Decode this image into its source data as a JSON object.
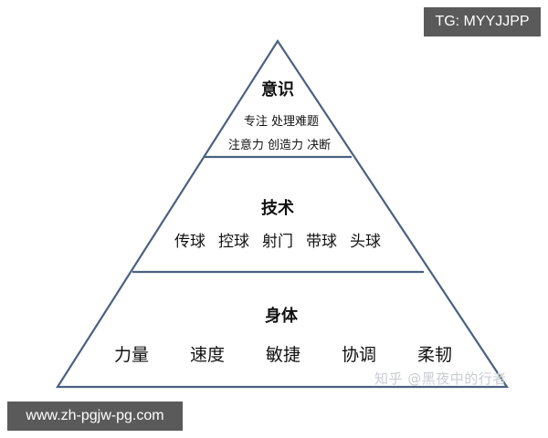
{
  "diagram": {
    "type": "pyramid",
    "line_color": "#4a6180",
    "levels": [
      {
        "title": "意识",
        "items_lines": [
          "专注 处理难题",
          "注意力 创造力 决断"
        ]
      },
      {
        "title": "技术",
        "items": [
          "传球",
          "控球",
          "射门",
          "带球",
          "头球"
        ]
      },
      {
        "title": "身体",
        "items": [
          "力量",
          "速度",
          "敏捷",
          "协调",
          "柔韧"
        ]
      }
    ]
  },
  "overlays": {
    "tg_badge": "TG: MYYJJPP",
    "url_badge": "www.zh-pgjw-pg.com",
    "watermark": "知乎 @黑夜中的行者"
  }
}
